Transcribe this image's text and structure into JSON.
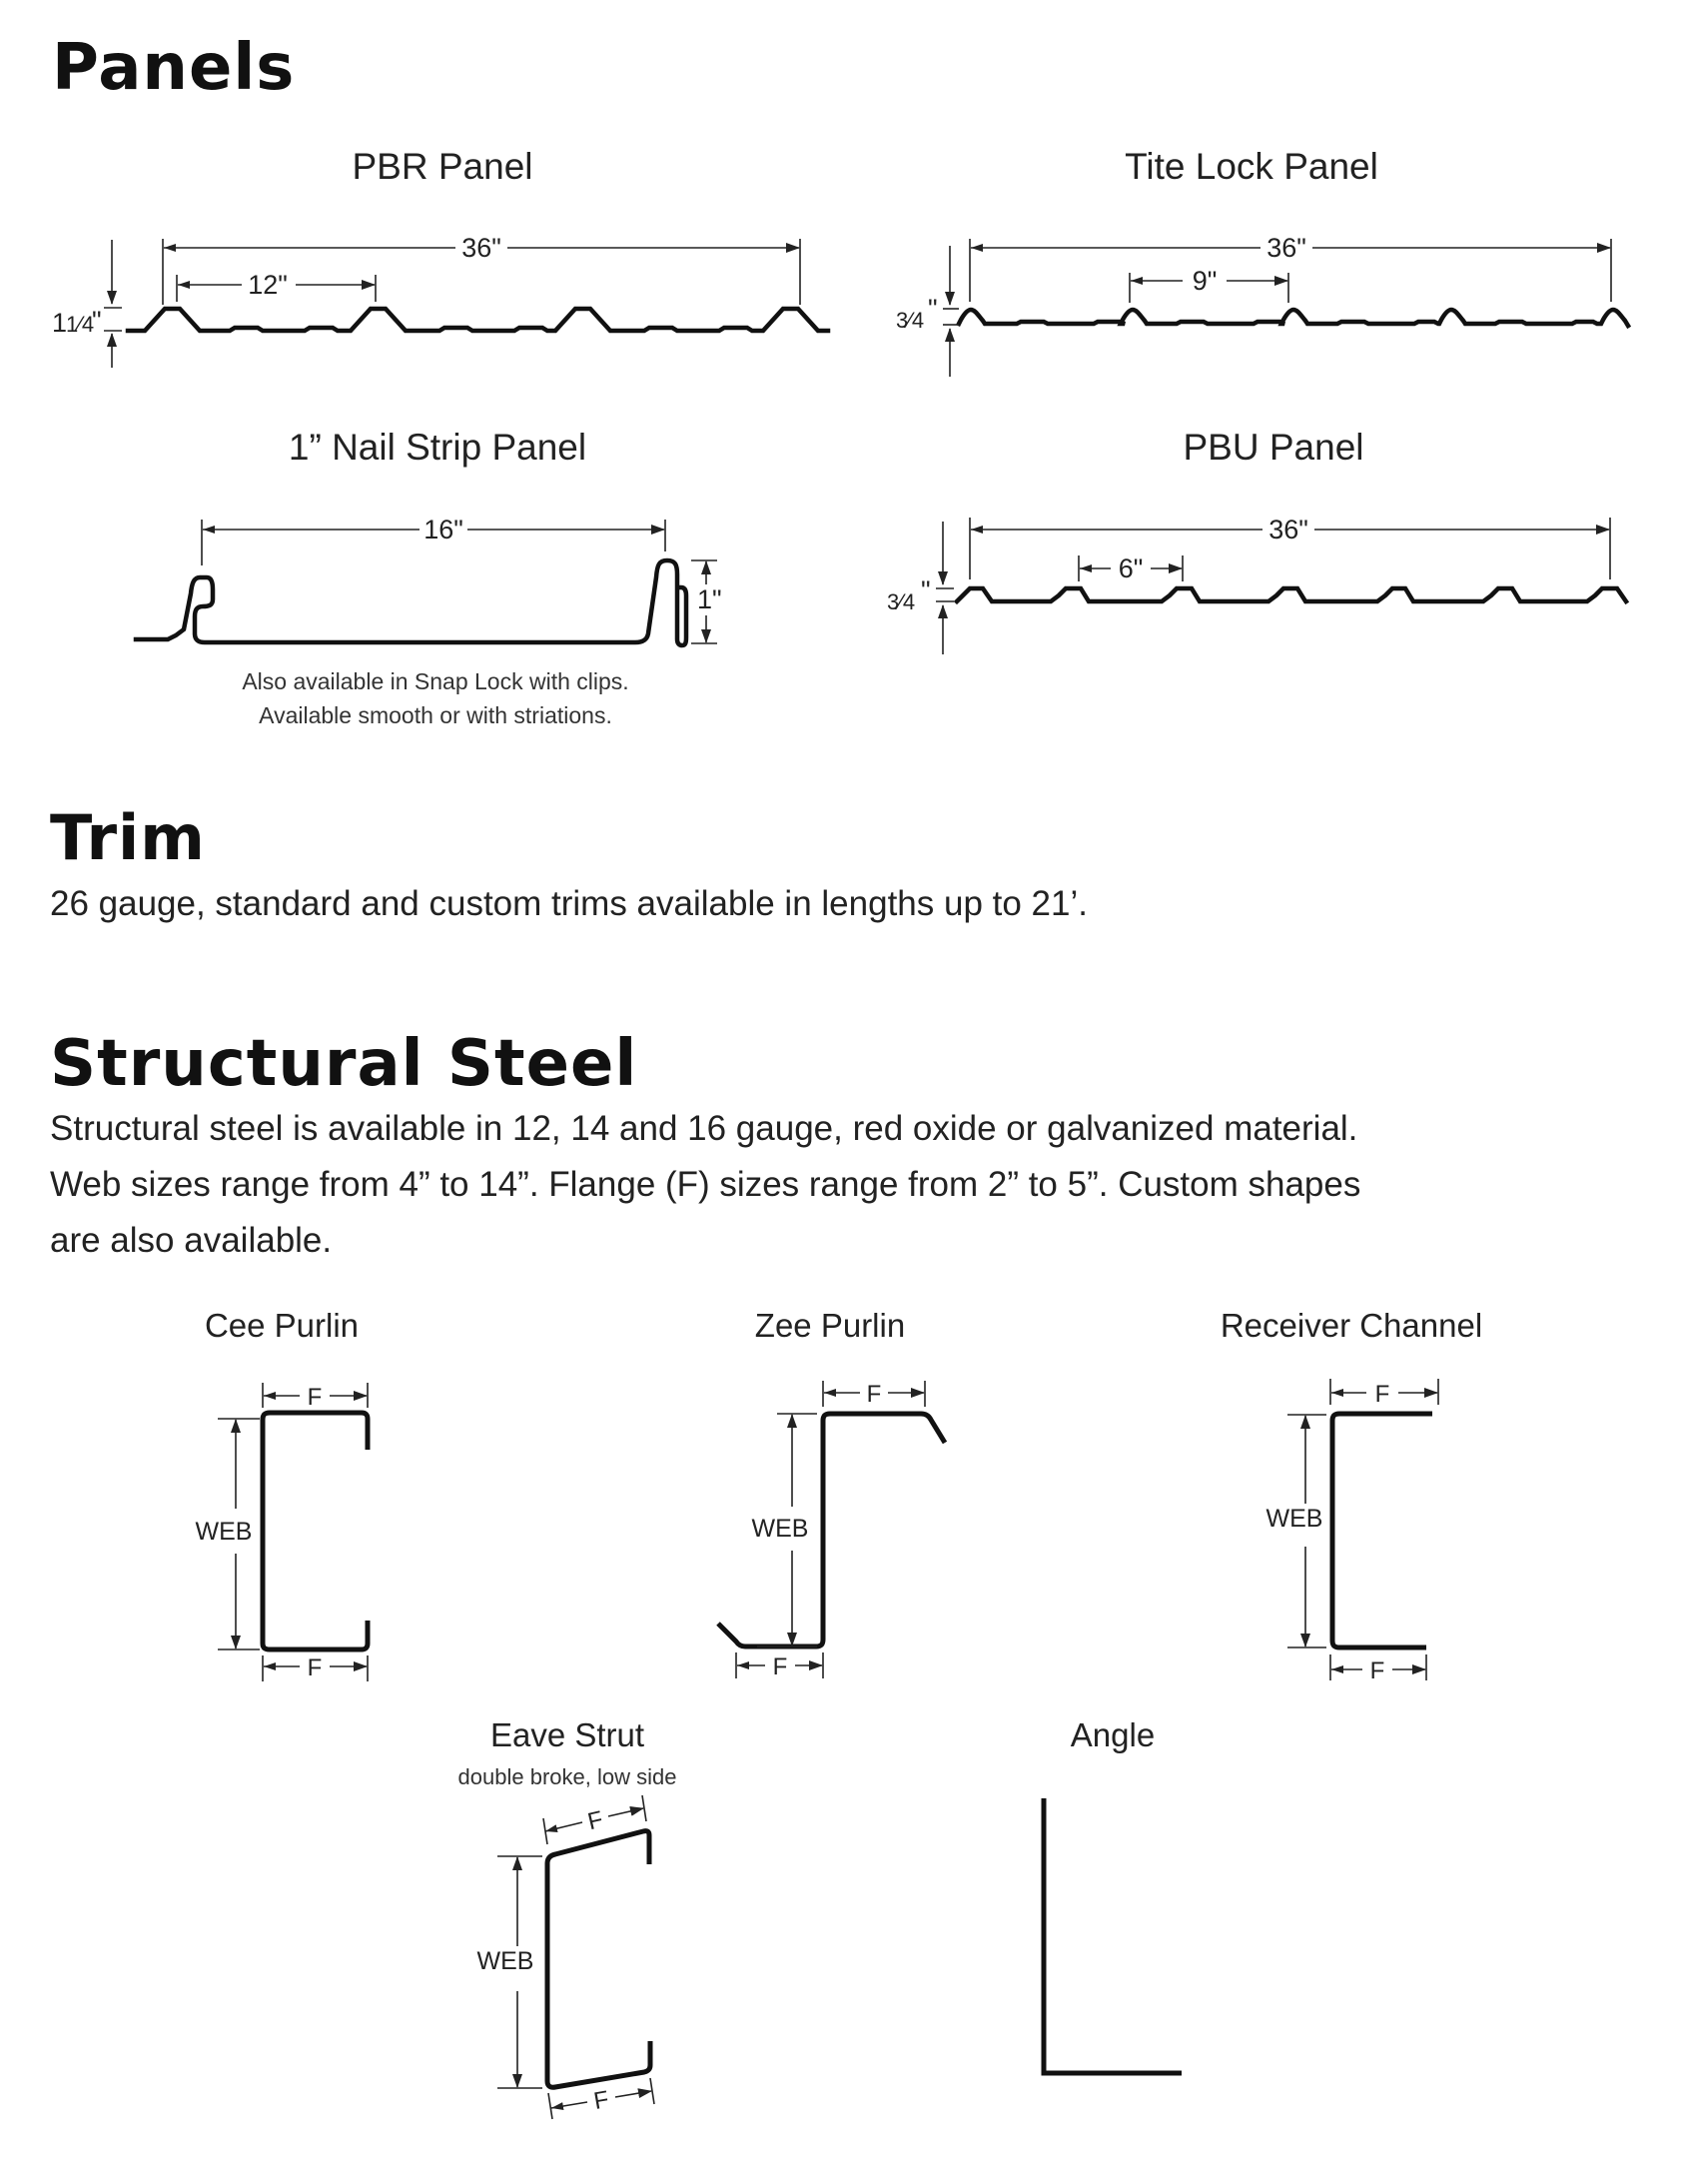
{
  "panels": {
    "heading": "Panels",
    "pbr": {
      "title": "PBR Panel",
      "width": "36\"",
      "spacing": "12\"",
      "height_whole": "1",
      "height_frac": "1⁄4",
      "height_unit": "\""
    },
    "tite_lock": {
      "title": "Tite Lock Panel",
      "width": "36\"",
      "spacing": "9\"",
      "height_frac": "3⁄4",
      "height_unit": "\""
    },
    "nail_strip": {
      "title": "1” Nail Strip Panel",
      "width": "16\"",
      "height": "1\"",
      "note_line1": "Also available in Snap Lock with clips.",
      "note_line2": "Available smooth or with striations."
    },
    "pbu": {
      "title": "PBU Panel",
      "width": "36\"",
      "spacing": "6\"",
      "height_frac": "3⁄4",
      "height_unit": "\""
    }
  },
  "trim": {
    "heading": "Trim",
    "text": "26 gauge, standard and custom trims available in lengths up to 21’."
  },
  "structural": {
    "heading": "Structural Steel",
    "line1": "Structural steel is available in 12, 14 and 16 gauge, red oxide or galvanized material.",
    "line2": "Web sizes range from 4” to 14”. Flange (F) sizes range from 2” to 5”. Custom shapes",
    "line3": "are also available.",
    "web_label": "WEB",
    "flange_label": "F",
    "shapes": {
      "cee": {
        "title": "Cee Purlin"
      },
      "zee": {
        "title": "Zee Purlin"
      },
      "receiver": {
        "title": "Receiver Channel"
      },
      "eave": {
        "title": "Eave Strut",
        "subtitle": "double broke, low side"
      },
      "angle": {
        "title": "Angle"
      }
    }
  }
}
